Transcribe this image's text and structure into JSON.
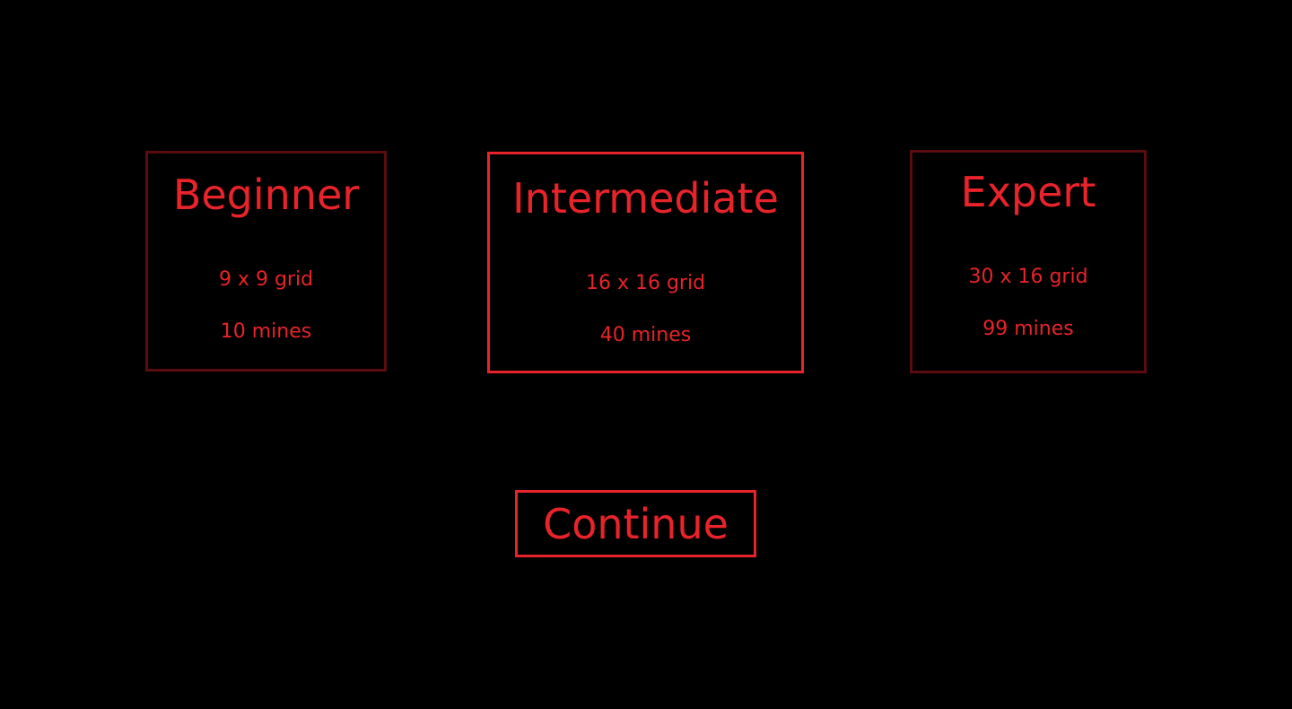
{
  "colors": {
    "background": "#000000",
    "accent": "#e8232a",
    "unselected_border": "#5a0c0e"
  },
  "difficulty_options": [
    {
      "title": "Beginner",
      "grid": "9 x 9 grid",
      "mines": "10 mines",
      "selected": false
    },
    {
      "title": "Intermediate",
      "grid": "16 x 16 grid",
      "mines": "40 mines",
      "selected": true
    },
    {
      "title": "Expert",
      "grid": "30 x 16 grid",
      "mines": "99 mines",
      "selected": false
    }
  ],
  "continue_label": "Continue"
}
